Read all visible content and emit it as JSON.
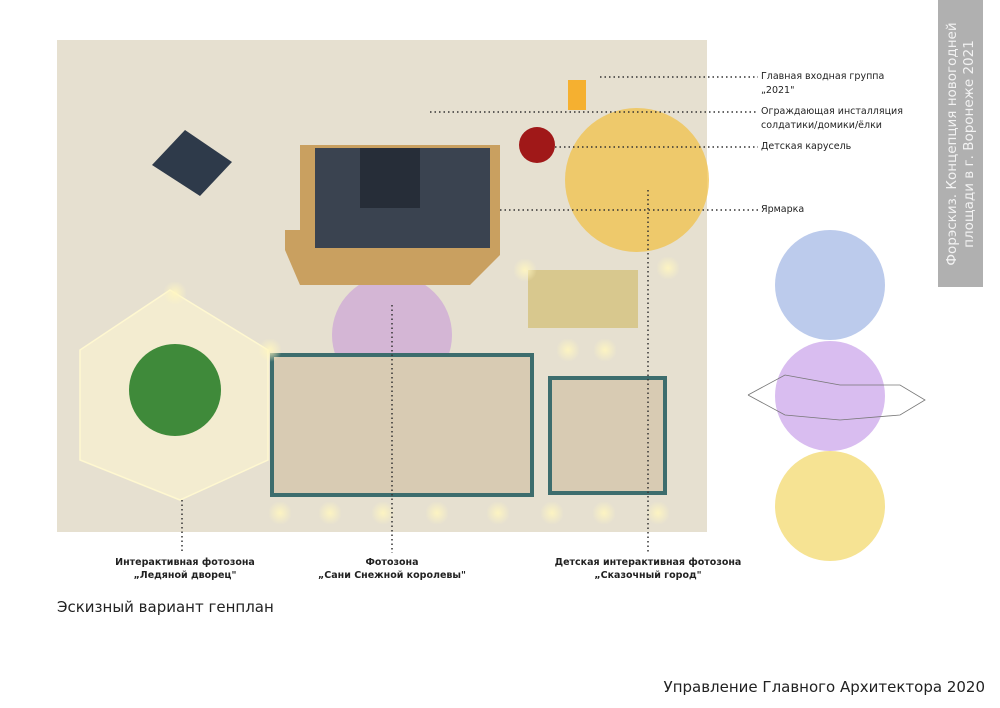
{
  "side_title": {
    "line1": "Форэскиз. Концепция новогодней",
    "line2": "площади в г. Воронеже 2021"
  },
  "right_labels": [
    {
      "line1": "Главная входная группа",
      "line2": "„2021\""
    },
    {
      "line1": "Ограждающая инсталляция",
      "line2": "солдатики/домики/ёлки"
    },
    {
      "line1": "Детская карусель"
    },
    {
      "line1": "Ярмарка"
    }
  ],
  "bottom_labels": [
    {
      "line1": "Интерактивная фотозона",
      "line2": "„Ледяной дворец\""
    },
    {
      "line1": "Фотозона",
      "line2": "„Сани Снежной королевы\""
    },
    {
      "line1": "Детская интерактивная фотозона",
      "line2": "„Сказочный город\""
    }
  ],
  "caption": "Эскизный вариант генплан",
  "footer": "Управление Главного Архитектора 2020",
  "colors": {
    "bg_plan": "#e9e3d3",
    "blue_zone": "#b8c8ea",
    "purple_zone": "#d6b8ee",
    "yellow_zone": "#f5e08a",
    "side_box": "#b0b0b0"
  }
}
